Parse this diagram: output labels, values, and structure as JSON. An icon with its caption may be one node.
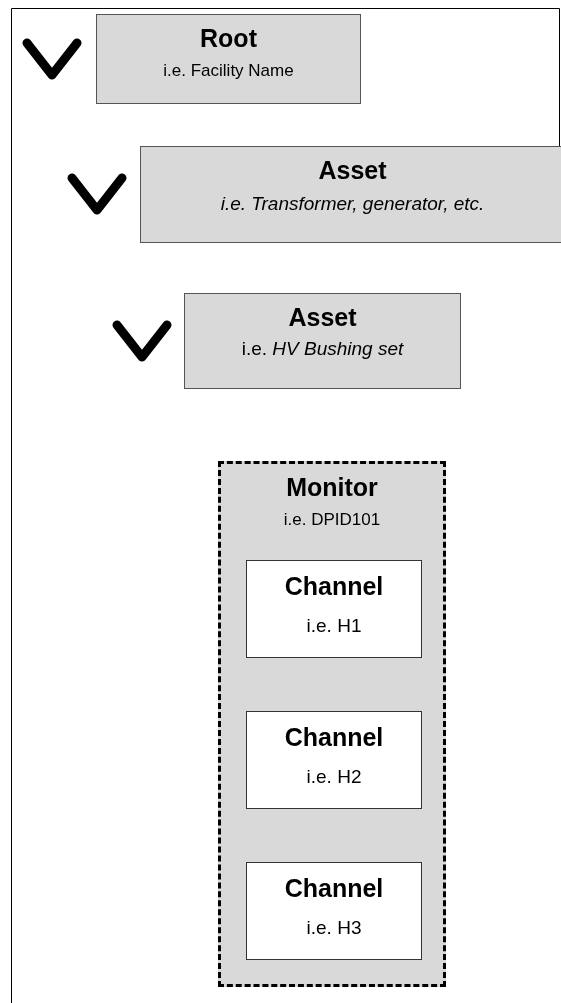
{
  "diagram": {
    "nodes": [
      {
        "text": [
          "Root",
          "i.e. Facility Name"
        ]
      },
      {
        "text": [
          "Asset",
          "i.e. Transformer, generator, etc."
        ]
      },
      {
        "text": [
          "Asset",
          "i.e. *HV Bushing set*"
        ]
      },
      {
        "text": [
          "Monitor",
          "i.e. DPID101"
        ]
      },
      {
        "text": [
          "Channel",
          "i.e. H1"
        ],
        "in": 3
      },
      {
        "text": [
          "Channel",
          "i.e. H2"
        ],
        "in": 3
      },
      {
        "text": [
          "Channel",
          "i.e. H3"
        ],
        "in": 3
      }
    ]
  }
}
